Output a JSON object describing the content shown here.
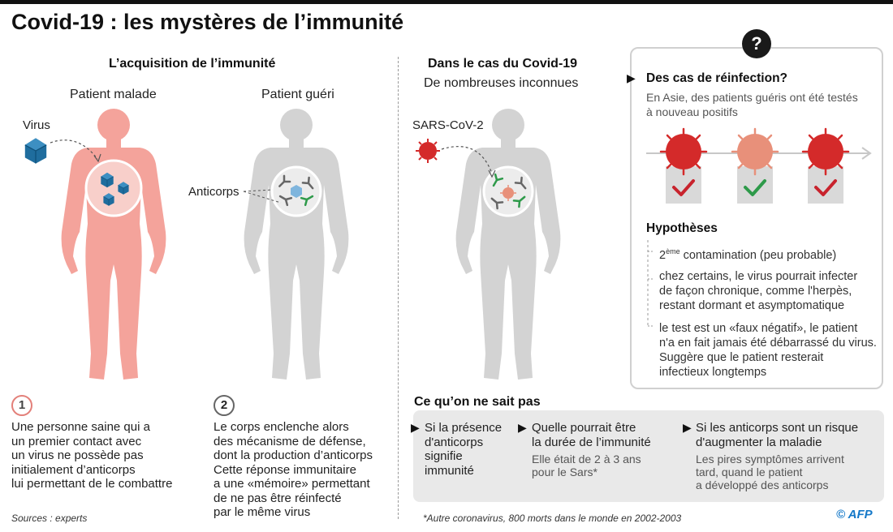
{
  "title": "Covid-19 : les mystères de l’immunité",
  "left": {
    "heading": "L’acquisition de l’immunité",
    "patient_sick": "Patient malade",
    "patient_cured": "Patient guéri",
    "virus_label": "Virus",
    "antibody_label": "Anticorps",
    "step1_number": "1",
    "step1_lines": [
      "Une personne saine qui a",
      "un premier contact avec",
      "un virus ne possède pas",
      "initialement d’anticorps",
      "lui permettant de le combattre"
    ],
    "step2_number": "2",
    "step2_lines": [
      "Le corps enclenche alors",
      "des mécanisme de défense,",
      "dont la production d’anticorps",
      "Cette réponse immunitaire",
      "a une «mémoire» permettant",
      "de ne pas être réinfecté",
      "par le même virus"
    ]
  },
  "middle": {
    "heading": "Dans le cas du Covid-19",
    "subheading": "De nombreuses inconnues",
    "sars_label": "SARS-CoV-2"
  },
  "panel": {
    "badge": "?",
    "reinfection_title": "Des cas de réinfection?",
    "reinfection_text": [
      "En Asie, des patients guéris ont été testés",
      "à nouveau positifs"
    ],
    "hypotheses_title": "Hypothèses",
    "hyp1_pre": "2",
    "hyp1_sup": "ème",
    "hyp1_post": " contamination (peu probable)",
    "hyp2": [
      "chez certains, le virus pourrait infecter",
      "de façon chronique, comme l'herpès,",
      "restant dormant et asymptomatique"
    ],
    "hyp3": [
      "le test est un «faux négatif», le patient",
      "n'a en fait jamais été débarrassé du virus.",
      "Suggère que le patient resterait",
      "infectieux longtemps"
    ]
  },
  "unknowns": {
    "title": "Ce qu’on ne sait pas",
    "item1": [
      "Si la présence",
      "d'anticorps",
      "signifie",
      "immunité"
    ],
    "item2_title": [
      "Quelle pourrait être",
      "la durée de l’immunité"
    ],
    "item2_note": [
      "Elle était de 2 à 3 ans",
      "pour le Sars*"
    ],
    "item3_title": [
      "Si les anticorps sont un risque",
      "d'augmenter la maladie"
    ],
    "item3_note": [
      "Les pires symptômes arrivent",
      "tard, quand le patient",
      "a développé des anticorps"
    ]
  },
  "footer": {
    "sources": "Sources : experts",
    "note": "*Autre coronavirus, 800 morts dans le monde en 2002-2003",
    "credit": "© AFP"
  },
  "colors": {
    "sick_body": "#f4a39b",
    "gray_body": "#d3d3d3",
    "virus_red": "#d42a2a",
    "virus_orange": "#e8907a",
    "virus_blue": "#1f6d9e",
    "check_red": "#c8232d",
    "check_green": "#2e9a4a",
    "afp_blue": "#1478c8"
  }
}
